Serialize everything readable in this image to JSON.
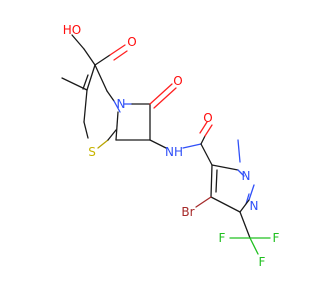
{
  "molecule": {
    "colors": {
      "carbon": "#1a1a1a",
      "oxygen": "#ff0d0d",
      "nitrogen": "#3050f8",
      "sulfur": "#c8b400",
      "bromine": "#a62929",
      "fluorine": "#1fbf1f"
    },
    "labels": {
      "hydroxyl": "HO",
      "carboxyl_oxygen": "O",
      "lactam_oxygen": "O",
      "ring_nitrogen": "N",
      "sulfur": "S",
      "amide_nh": "NH",
      "amide_oxygen": "O",
      "pyrazole_n1": "N",
      "pyrazole_n2": "N",
      "bromine": "Br",
      "fluorine_1": "F",
      "fluorine_2": "F",
      "fluorine_3": "F"
    }
  }
}
